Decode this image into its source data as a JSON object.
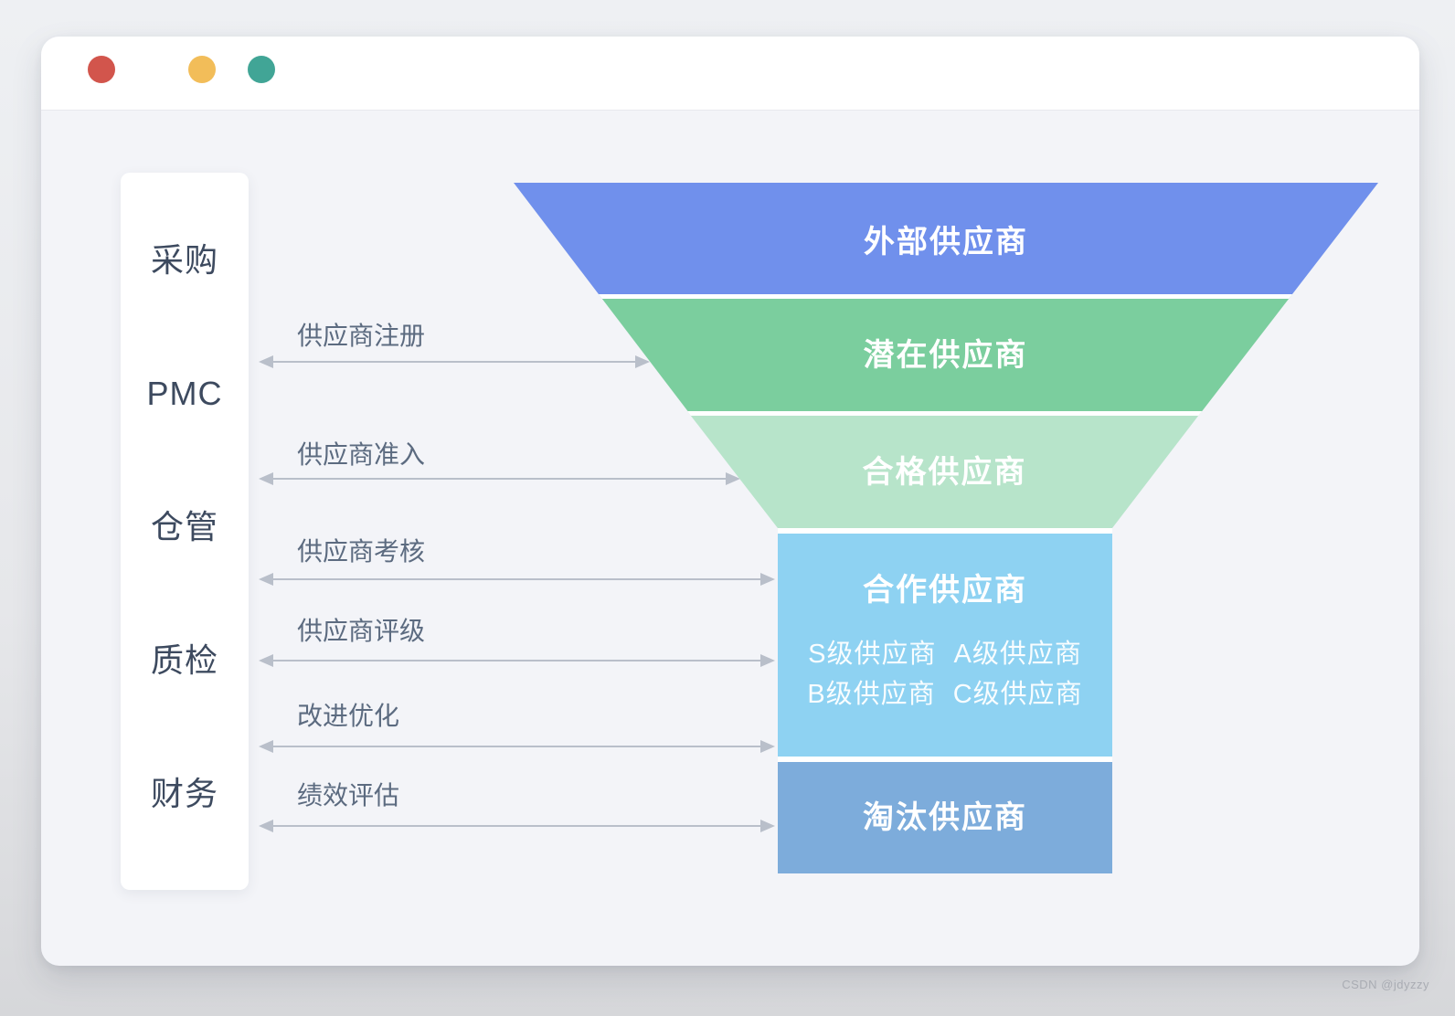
{
  "window": {
    "traffic_lights": [
      {
        "name": "close",
        "color": "#d2554c"
      },
      {
        "name": "minimize",
        "color": "#f2bd59"
      },
      {
        "name": "zoom",
        "color": "#41a596"
      }
    ]
  },
  "sidebar": {
    "items": [
      {
        "label": "采购"
      },
      {
        "label": "PMC"
      },
      {
        "label": "仓管"
      },
      {
        "label": "质检"
      },
      {
        "label": "财务"
      }
    ]
  },
  "processes": [
    {
      "label": "供应商注册"
    },
    {
      "label": "供应商准入"
    },
    {
      "label": "供应商考核"
    },
    {
      "label": "供应商评级"
    },
    {
      "label": "改进优化"
    },
    {
      "label": "绩效评估"
    }
  ],
  "funnel": {
    "levels": [
      {
        "label": "外部供应商",
        "color": "#7090ec"
      },
      {
        "label": "潜在供应商",
        "color": "#7bce9e"
      },
      {
        "label": "合格供应商",
        "color": "#b7e4ca"
      },
      {
        "label": "合作供应商",
        "color": "#8ed2f2",
        "sub_rows": [
          "S级供应商 A级供应商",
          "B级供应商 C级供应商"
        ]
      },
      {
        "label": "淘汰供应商",
        "color": "#7dacdb"
      }
    ]
  },
  "watermark": "CSDN @jdyzzy"
}
